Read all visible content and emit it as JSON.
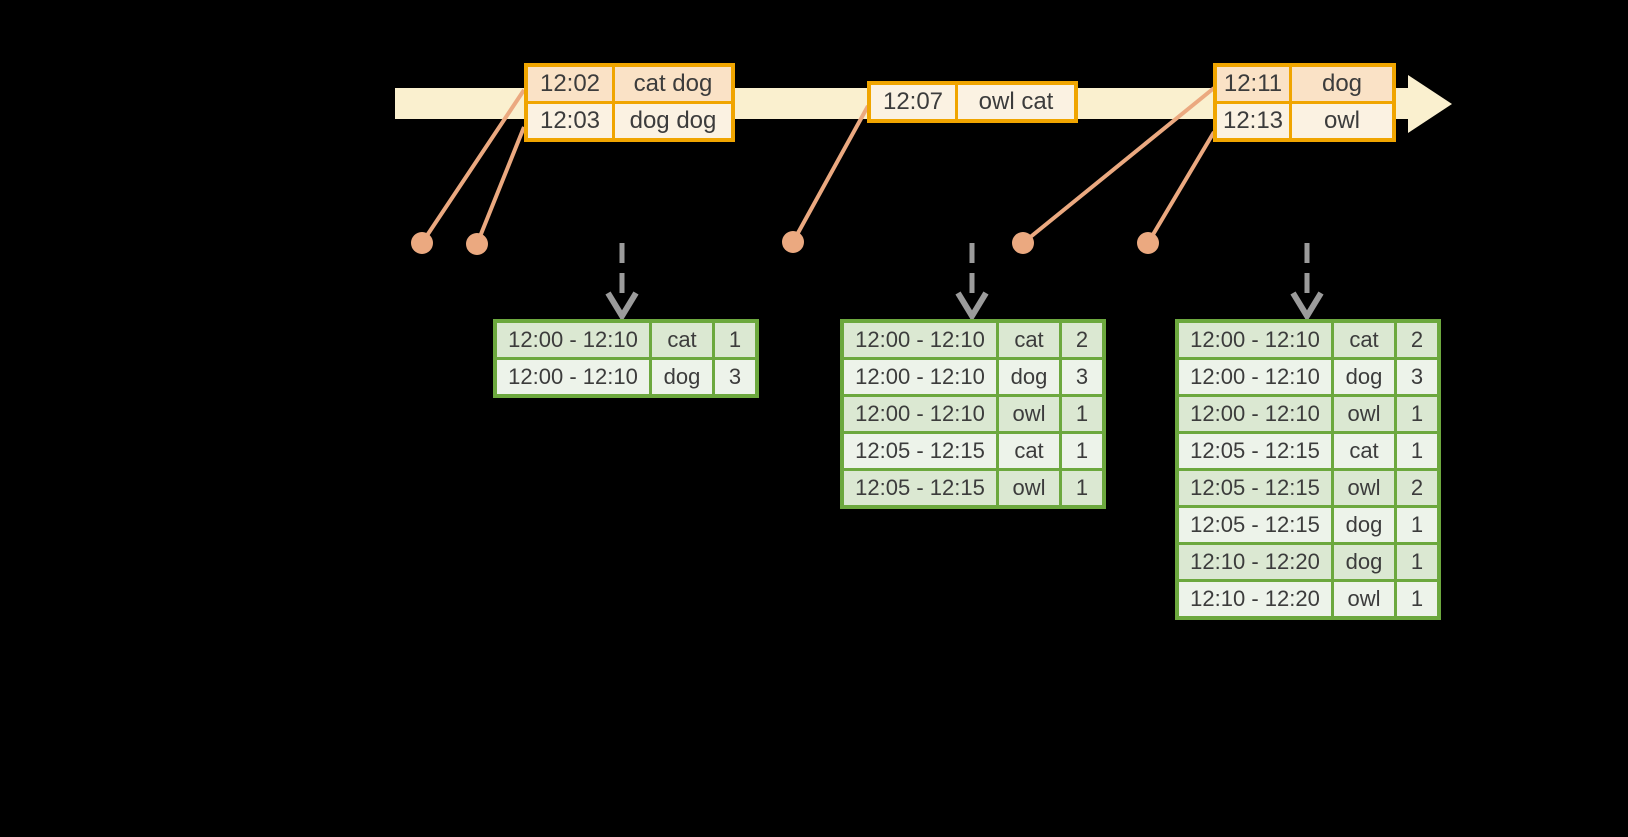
{
  "colors": {
    "timeline_band": "#FAF0CF",
    "event_border": "#F0A500",
    "event_row_dark": "#FAE2C6",
    "event_row_light": "#FBF2E2",
    "connector": "#EBA980",
    "trigger_arrow": "#9B9B9B",
    "result_border": "#6CA83E",
    "result_row_dark": "#DBE8D2",
    "result_row_light": "#EDF3EA",
    "text": "#3C3C3C"
  },
  "event_tables": [
    {
      "rows": [
        {
          "time": "12:02",
          "words": "cat dog",
          "shade": "dark"
        },
        {
          "time": "12:03",
          "words": "dog dog",
          "shade": "light"
        }
      ]
    },
    {
      "rows": [
        {
          "time": "12:07",
          "words": "owl cat",
          "shade": "light"
        }
      ]
    },
    {
      "rows": [
        {
          "time": "12:11",
          "words": "dog",
          "shade": "dark"
        },
        {
          "time": "12:13",
          "words": "owl",
          "shade": "light"
        }
      ]
    }
  ],
  "result_tables": [
    {
      "rows": [
        {
          "window": "12:00 - 12:10",
          "word": "cat",
          "count": "1",
          "shade": "dark"
        },
        {
          "window": "12:00 - 12:10",
          "word": "dog",
          "count": "3",
          "shade": "light"
        }
      ]
    },
    {
      "rows": [
        {
          "window": "12:00 - 12:10",
          "word": "cat",
          "count": "2",
          "shade": "dark"
        },
        {
          "window": "12:00 - 12:10",
          "word": "dog",
          "count": "3",
          "shade": "light"
        },
        {
          "window": "12:00 - 12:10",
          "word": "owl",
          "count": "1",
          "shade": "dark"
        },
        {
          "window": "12:05 - 12:15",
          "word": "cat",
          "count": "1",
          "shade": "light"
        },
        {
          "window": "12:05 - 12:15",
          "word": "owl",
          "count": "1",
          "shade": "dark"
        }
      ]
    },
    {
      "rows": [
        {
          "window": "12:00 - 12:10",
          "word": "cat",
          "count": "2",
          "shade": "dark"
        },
        {
          "window": "12:00 - 12:10",
          "word": "dog",
          "count": "3",
          "shade": "light"
        },
        {
          "window": "12:00 - 12:10",
          "word": "owl",
          "count": "1",
          "shade": "dark"
        },
        {
          "window": "12:05 - 12:15",
          "word": "cat",
          "count": "1",
          "shade": "light"
        },
        {
          "window": "12:05 - 12:15",
          "word": "owl",
          "count": "2",
          "shade": "dark"
        },
        {
          "window": "12:05 - 12:15",
          "word": "dog",
          "count": "1",
          "shade": "light"
        },
        {
          "window": "12:10 - 12:20",
          "word": "dog",
          "count": "1",
          "shade": "dark"
        },
        {
          "window": "12:10 - 12:20",
          "word": "owl",
          "count": "1",
          "shade": "light"
        }
      ]
    }
  ]
}
